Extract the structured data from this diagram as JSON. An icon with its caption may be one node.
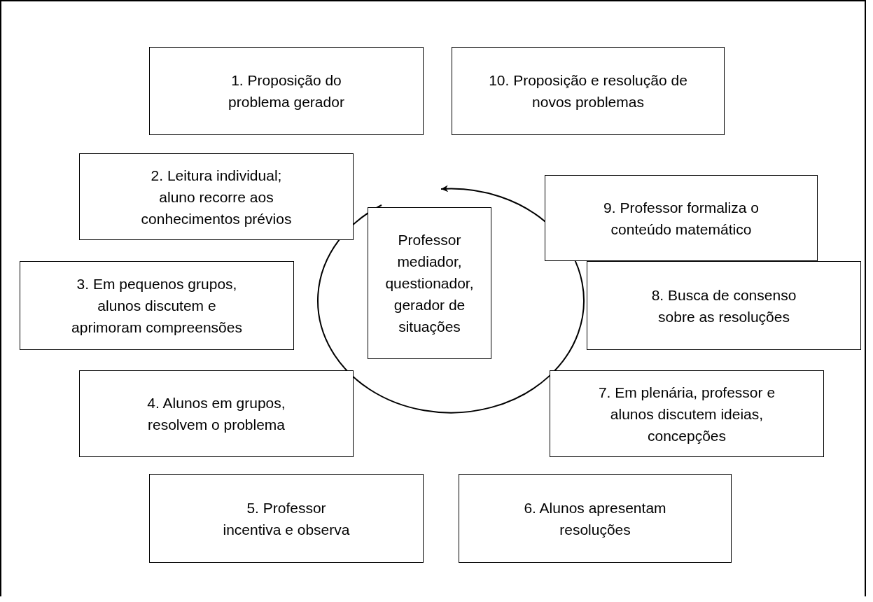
{
  "diagram": {
    "nodes": [
      {
        "text": [
          "1. Proposição do problema gerador"
        ]
      },
      {
        "text": [
          "2. Leitura individual; aluno recorre aos conhecimentos prévios"
        ]
      },
      {
        "text": [
          "3. Em pequenos grupos, alunos discutem e aprimoram compreensões"
        ]
      },
      {
        "text": [
          "4. Alunos em grupos, resolvem o problema"
        ]
      },
      {
        "text": [
          "5. Professor incentiva e observa"
        ]
      },
      {
        "text": [
          "6. Alunos apresentam resoluções"
        ]
      },
      {
        "text": [
          "7. Em plenária, professor e alunos discutem ideias, concepções"
        ]
      },
      {
        "text": [
          "8. Busca de consenso sobre as resoluções"
        ]
      },
      {
        "text": [
          "9. Professor formaliza o conteúdo matemático"
        ]
      },
      {
        "text": [
          "10. Proposição e resolução de novos problemas"
        ]
      },
      {
        "text": [
          "Professor mediador, questionador, gerador de situações"
        ]
      }
    ],
    "edges": []
  }
}
